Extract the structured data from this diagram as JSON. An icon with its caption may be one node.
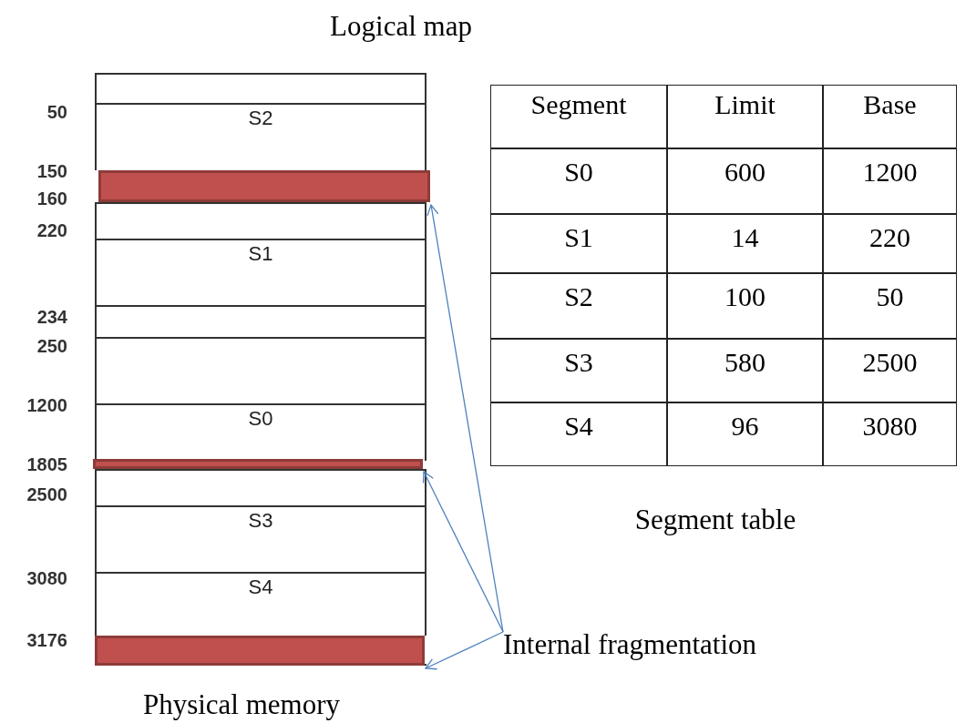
{
  "diagram": {
    "nodes": [
      {
        "text": [],
        "shape": "box"
      },
      {
        "text": [
          "S2"
        ]
      },
      {
        "text": [],
        "shape": "bar"
      },
      {
        "text": [],
        "shape": "box"
      },
      {
        "text": [
          "S1"
        ]
      },
      {
        "text": [],
        "shape": "box"
      },
      {
        "text": [],
        "shape": "box"
      },
      {
        "text": [
          "S0"
        ]
      },
      {
        "text": [],
        "shape": "bar"
      },
      {
        "text": [],
        "shape": "box"
      },
      {
        "text": [
          "S3"
        ]
      },
      {
        "text": [
          "S4"
        ]
      },
      {
        "text": [],
        "shape": "bar"
      },
      {
        "text": [
          "Internal fragmentation"
        ]
      }
    ],
    "edges": [
      {
        "from": 13,
        "to": 2,
        "arrow": "to"
      },
      {
        "from": 13,
        "to": 8,
        "arrow": "to"
      },
      {
        "from": 13,
        "to": 12,
        "arrow": "to"
      }
    ],
    "labels": [
      "Logical map",
      "Segment",
      "Limit",
      "Base",
      "S0",
      "600",
      "1200",
      "S1",
      "14",
      "220",
      "S2",
      "100",
      "50",
      "S3",
      "580",
      "2500",
      "S4",
      "96",
      "3080",
      "50",
      "150",
      "160",
      "220",
      "234",
      "250",
      "1200",
      "1805",
      "2500",
      "3080",
      "3176",
      "Segment table",
      "Physical memory"
    ]
  }
}
